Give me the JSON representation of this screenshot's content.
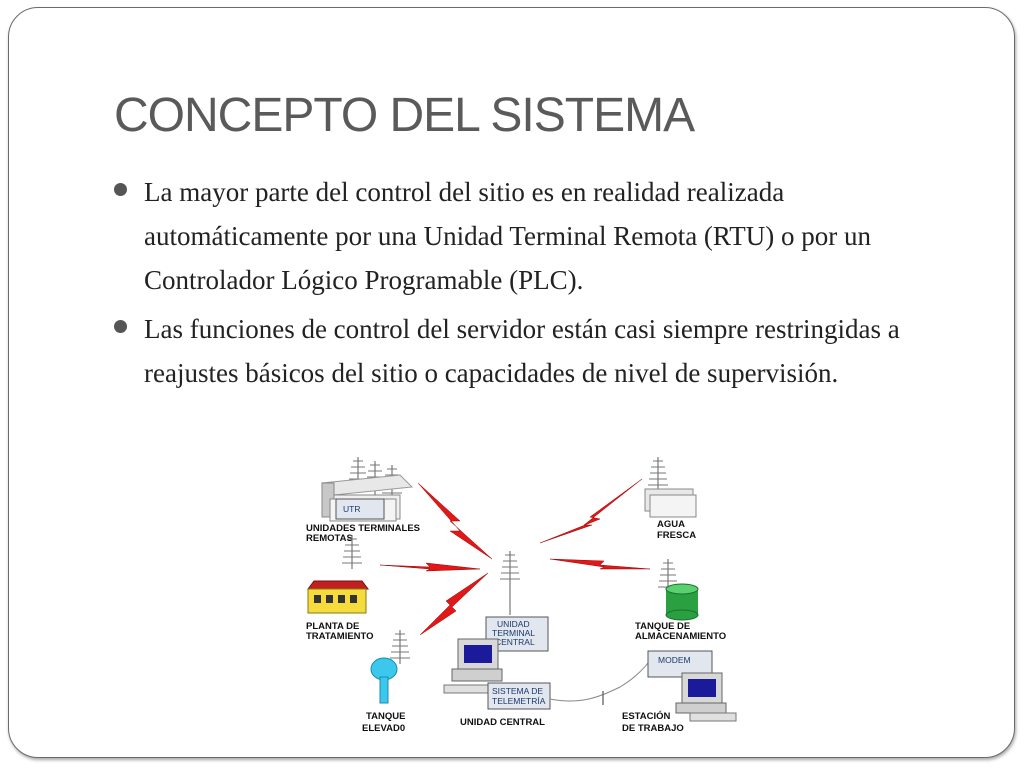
{
  "slide": {
    "title": "CONCEPTO DEL SISTEMA",
    "bullets": [
      "La mayor parte del control del sitio es en realidad realizada automáticamente por una Unidad Terminal Remota (RTU) o por un Controlador Lógico Programable (PLC).",
      "Las funciones de control del servidor están casi siempre restringidas a reajustes básicos del sitio o capacidades de nivel de supervisión."
    ]
  },
  "diagram": {
    "utr_box": "UTR",
    "remote_units": [
      "UNIDADES TERMINALES",
      "REMOTAS"
    ],
    "treatment_plant": [
      "PLANTA DE",
      "TRATAMIENTO"
    ],
    "elevated_tank": [
      "TANQUE",
      "ELEVAD0"
    ],
    "fresh_water": [
      "AGUA",
      "FRESCA"
    ],
    "storage_tank": [
      "TANQUE DE",
      "ALMACENAMIENTO"
    ],
    "central_terminal_box": [
      "UNIDAD",
      "TERMINAL",
      "CENTRAL"
    ],
    "telemetry_box": [
      "SISTEMA DE",
      "TELEMETRÍA"
    ],
    "central_unit": "UNIDAD CENTRAL",
    "modem": "MODEM",
    "workstation": [
      "ESTACIÓN",
      "DE TRABAJO"
    ]
  },
  "colors": {
    "title": "#5a5a5a",
    "text": "#222222",
    "bullet": "#555555",
    "signal": "#e01818",
    "plant": "#f5dc3c",
    "tank_blue": "#3cc8ec",
    "tank_green": "#2aa040"
  }
}
